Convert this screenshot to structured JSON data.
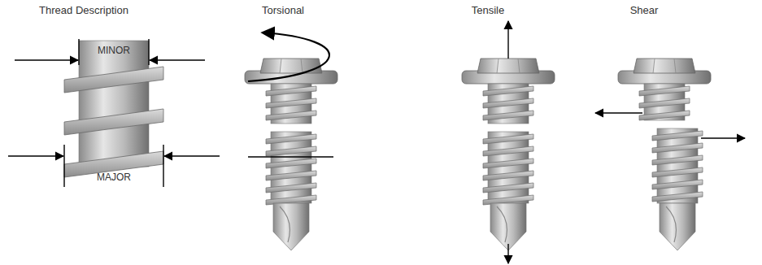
{
  "diagram": {
    "labels": [
      "Thread Description",
      "Torsional",
      "Tensile",
      "Shear",
      "MINOR",
      "MAJOR"
    ]
  }
}
